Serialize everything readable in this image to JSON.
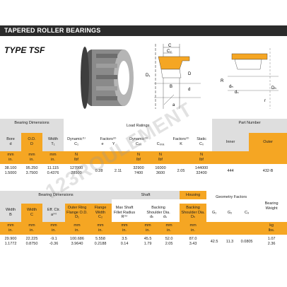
{
  "header": {
    "title": "TAPERED ROLLER BEARINGS",
    "type_label": "TYPE TSF"
  },
  "figure_labels": {
    "C": "C",
    "C2": "C₂",
    "B": "B",
    "D1": "D₁",
    "D": "D",
    "d": "d",
    "a": "a",
    "db": "dₕ",
    "ds": "dₛ",
    "Db": "Dₕ",
    "Ra": "R",
    "rr": "r"
  },
  "watermark": "123ROULEMENT",
  "top_table": {
    "groups": {
      "bearing_dimensions": "Bearing Dimensions",
      "load_ratings": "Load Ratings",
      "part_number": "Part Number"
    },
    "columns": {
      "bore": [
        "Bore",
        "d"
      ],
      "od": [
        "O.D.",
        "D"
      ],
      "width": [
        "Width",
        "T₁"
      ],
      "dyn1": [
        "Dynamic⁽¹⁾",
        "C₁"
      ],
      "fac1": "Factors⁽²⁾",
      "e": "e",
      "y": "Y",
      "dyn2": [
        "Dynamic⁽³⁾",
        "C₉₀"
      ],
      "c90a": "C₉₀ₐ",
      "fac2": [
        "Factors⁽²⁾",
        "K"
      ],
      "static": [
        "Static",
        "C₀"
      ],
      "inner": "Inner",
      "outer": "Outer"
    },
    "units": {
      "mm": "mm",
      "in": "in.",
      "N": "N",
      "lbf": "lbf"
    },
    "values": {
      "bore": [
        "38.100",
        "1.5000"
      ],
      "od": [
        "95.250",
        "3.7500"
      ],
      "width": [
        "11.115",
        "0.4376"
      ],
      "dyn1": [
        "127000",
        "28500"
      ],
      "e": "0.28",
      "y": "2.11",
      "dyn2": [
        "32900",
        "7400"
      ],
      "c90a": [
        "16000",
        "3600"
      ],
      "k": "2.05",
      "static": [
        "144000",
        "32400"
      ],
      "inner": "444",
      "outer": "432-B"
    }
  },
  "bottom_table": {
    "groups": {
      "bearing_dimensions": "Bearing Dimensions",
      "shaft": "Shaft",
      "housing": "Housing",
      "geometry_factors": "Geometry Factors",
      "weight": [
        "Bearing",
        "Weight"
      ]
    },
    "columns": {
      "width_b": [
        "Width",
        "B"
      ],
      "width_c": [
        "Width",
        "C"
      ],
      "eff": [
        "Eff. Ctr.",
        "a⁽⁴⁾"
      ],
      "outer_ring": [
        "Outer Ring",
        "Flange O.D.",
        "D₁"
      ],
      "flange": [
        "Flange",
        "Width",
        "C₂"
      ],
      "fillet": [
        "Max Shaft",
        "Fillet Radius",
        "R⁽⁵⁾"
      ],
      "backing": [
        "Backing",
        "Shoulder Dia.",
        "dₕ",
        "dₛ"
      ],
      "housing": [
        "Backing",
        "Shoulder Dia.",
        "Dₕ"
      ],
      "g1": "G₁",
      "g2": "G₂",
      "cg": "C₉",
      "kg": [
        "kg",
        "lbs."
      ]
    },
    "units": {
      "mm": "mm",
      "in": "in."
    },
    "values": {
      "width_b": [
        "29.900",
        "1.1772"
      ],
      "width_c": [
        "22.225",
        "0.8750"
      ],
      "eff": [
        "-9.1",
        "-0.36"
      ],
      "outer_ring": [
        "100.686",
        "3.9640"
      ],
      "flange": [
        "5.558",
        "0.2188"
      ],
      "fillet": [
        "3.5",
        "0.14"
      ],
      "db": [
        "45.5",
        "1.79"
      ],
      "ds": [
        "52.0",
        "2.05"
      ],
      "housing": [
        "87.0",
        "3.43"
      ],
      "g1": "42.5",
      "g2": "11.3",
      "cg": "0.0805",
      "kg": [
        "1.07",
        "2.36"
      ]
    }
  },
  "colors": {
    "header": "#2b2b2b",
    "accent": "#f5a623",
    "gray": "#dedede"
  }
}
